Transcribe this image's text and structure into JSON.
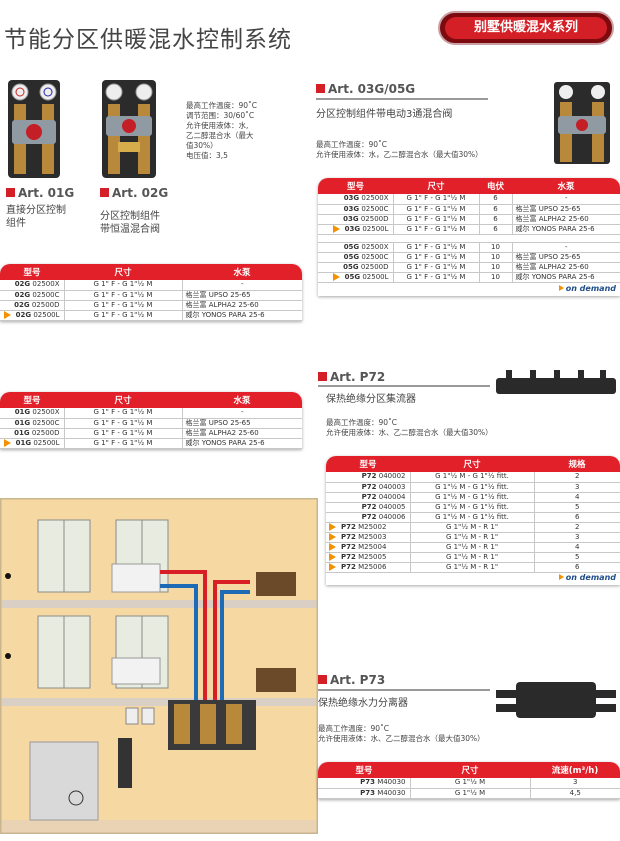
{
  "header": {
    "title": "节能分区供暖混水控制系统",
    "series_badge": "别墅供暖混水系列",
    "accent": "#d41f27"
  },
  "art01g": {
    "code": "Art. 01G",
    "name_line1": "直接分区控制",
    "name_line2": "组件"
  },
  "art02g": {
    "code": "Art. 02G",
    "name_line1": "分区控制组件",
    "name_line2": "带恒温混合阀",
    "specs": [
      "最高工作温度：90˚C",
      "调节范围：30/60˚C",
      "允许使用液体：水,",
      "乙二醇混合水（最大",
      "值30%）",
      "电压值：3,5"
    ]
  },
  "table02g": {
    "headers": [
      "型号",
      "尺寸",
      "水泵"
    ],
    "rows": [
      {
        "code": "02G",
        "num": "02500X",
        "size": "G 1\" F - G 1\"½ M",
        "pump": "-",
        "mark": false
      },
      {
        "code": "02G",
        "num": "02500C",
        "size": "G 1\" F - G 1\"½ M",
        "pump": "格兰富 UPSO 25-65",
        "mark": false
      },
      {
        "code": "02G",
        "num": "02500D",
        "size": "G 1\" F - G 1\"½ M",
        "pump": "格兰富 ALPHA2 25-60",
        "mark": false
      },
      {
        "code": "02G",
        "num": "02500L",
        "size": "G 1\" F - G 1\"½ M",
        "pump": "威尔 YONOS PARA 25-6",
        "mark": true
      }
    ]
  },
  "table01g": {
    "headers": [
      "型号",
      "尺寸",
      "水泵"
    ],
    "rows": [
      {
        "code": "01G",
        "num": "02500X",
        "size": "G 1\" F - G 1\"½ M",
        "pump": "-",
        "mark": false
      },
      {
        "code": "01G",
        "num": "02500C",
        "size": "G 1\" F - G 1\"½ M",
        "pump": "格兰富 UPSO 25-65",
        "mark": false
      },
      {
        "code": "01G",
        "num": "02500D",
        "size": "G 1\" F - G 1\"½ M",
        "pump": "格兰富 ALPHA2 25-60",
        "mark": false
      },
      {
        "code": "01G",
        "num": "02500L",
        "size": "G 1\" F - G 1\"½ M",
        "pump": "威尔 YONOS PARA 25-6",
        "mark": true
      }
    ]
  },
  "art03g": {
    "code": "Art. 03G/05G",
    "name": "分区控制组件带电动3通混合阀",
    "spec1": "最高工作温度：90˚C",
    "spec2": "允许使用液体：水，乙二醇混合水（最大值30%）"
  },
  "table03g": {
    "headers": [
      "型号",
      "尺寸",
      "电伏",
      "水泵"
    ],
    "rows": [
      {
        "code": "03G",
        "num": "02500X",
        "size": "G 1\" F - G 1\"½ M",
        "volt": "6",
        "pump": "-",
        "mark": false
      },
      {
        "code": "03G",
        "num": "02500C",
        "size": "G 1\" F - G 1\"½ M",
        "volt": "6",
        "pump": "格兰富 UPSO 25-65",
        "mark": false
      },
      {
        "code": "03G",
        "num": "02500D",
        "size": "G 1\" F - G 1\"½ M",
        "volt": "6",
        "pump": "格兰富 ALPHA2 25-60",
        "mark": false
      },
      {
        "code": "03G",
        "num": "02500L",
        "size": "G 1\" F - G 1\"½ M",
        "volt": "6",
        "pump": "威尔 YONOS PARA 25-6",
        "mark": true
      },
      {
        "code": "05G",
        "num": "02500X",
        "size": "G 1\" F - G 1\"½ M",
        "volt": "10",
        "pump": "-",
        "mark": false
      },
      {
        "code": "05G",
        "num": "02500C",
        "size": "G 1\" F - G 1\"½ M",
        "volt": "10",
        "pump": "格兰富 UPSO 25-65",
        "mark": false
      },
      {
        "code": "05G",
        "num": "02500D",
        "size": "G 1\" F - G 1\"½ M",
        "volt": "10",
        "pump": "格兰富 ALPHA2 25-60",
        "mark": false
      },
      {
        "code": "05G",
        "num": "02500L",
        "size": "G 1\" F - G 1\"½ M",
        "volt": "10",
        "pump": "威尔 YONOS PARA 25-6",
        "mark": true
      }
    ],
    "on_demand": "on demand"
  },
  "artp72": {
    "code": "Art. P72",
    "name": "保热绝缘分区集流器",
    "spec1": "最高工作温度：90˚C",
    "spec2": "允许使用液体：水、乙二醇混合水（最大值30%）"
  },
  "tablep72": {
    "headers": [
      "型号",
      "尺寸",
      "规格"
    ],
    "rows": [
      {
        "code": "P72",
        "num": "040002",
        "size": "G 1\"½ M - G 1\"½ fitt.",
        "spec": "2",
        "mark": false
      },
      {
        "code": "P72",
        "num": "040003",
        "size": "G 1\"½ M - G 1\"½ fitt.",
        "spec": "3",
        "mark": false
      },
      {
        "code": "P72",
        "num": "040004",
        "size": "G 1\"½ M - G 1\"½ fitt.",
        "spec": "4",
        "mark": false
      },
      {
        "code": "P72",
        "num": "040005",
        "size": "G 1\"½ M - G 1\"½ fitt.",
        "spec": "5",
        "mark": false
      },
      {
        "code": "P72",
        "num": "040006",
        "size": "G 1\"½ M - G 1\"½ fitt.",
        "spec": "6",
        "mark": false
      },
      {
        "code": "P72",
        "num": "M25002",
        "size": "G 1\"½ M - R 1\"",
        "spec": "2",
        "mark": true
      },
      {
        "code": "P72",
        "num": "M25003",
        "size": "G 1\"½ M - R 1\"",
        "spec": "3",
        "mark": true
      },
      {
        "code": "P72",
        "num": "M25004",
        "size": "G 1\"½ M - R 1\"",
        "spec": "4",
        "mark": true
      },
      {
        "code": "P72",
        "num": "M25005",
        "size": "G 1\"½ M - R 1\"",
        "spec": "5",
        "mark": true
      },
      {
        "code": "P72",
        "num": "M25006",
        "size": "G 1\"½ M - R 1\"",
        "spec": "6",
        "mark": true
      }
    ],
    "on_demand": "on demand"
  },
  "artp73": {
    "code": "Art. P73",
    "name": "保热绝缘水力分离器",
    "spec1": "最高工作温度：90˚C",
    "spec2": "允许使用液体：水、乙二醇混合水（最大值30%）"
  },
  "tablep73": {
    "headers": [
      "型号",
      "尺寸",
      "流速(m³/h)"
    ],
    "rows": [
      {
        "code": "P73",
        "num": "M40030",
        "size": "G 1\"½ M",
        "flow": "3",
        "mark": false
      },
      {
        "code": "P73",
        "num": "M40030",
        "size": "G 1\"½ M",
        "flow": "4,5",
        "mark": false
      }
    ]
  }
}
